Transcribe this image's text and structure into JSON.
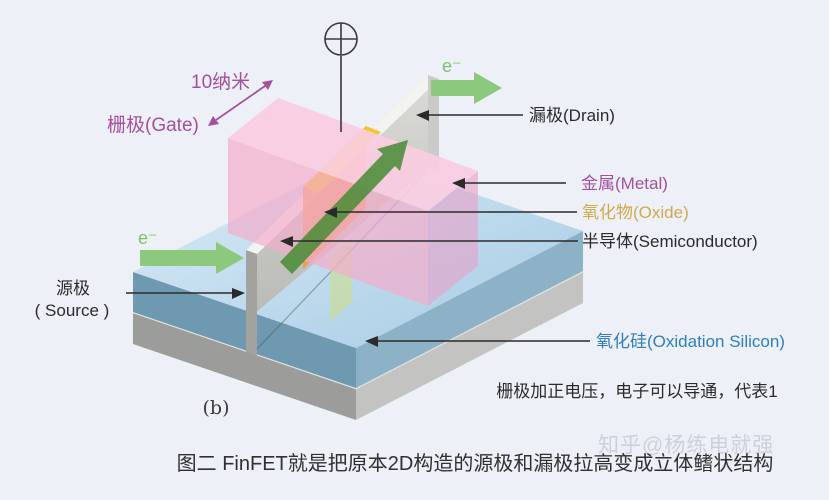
{
  "figure": {
    "panel_label": "(b)",
    "caption": "图二 FinFET就是把原本2D构造的源极和漏极拉高变成立体鳍状结构",
    "note": "栅极加正电压，电子可以导通，代表1",
    "watermark": "知乎@杨练电就强"
  },
  "labels": {
    "dimension": "10纳米",
    "gate": "栅极(Gate)",
    "drain": "漏极(Drain)",
    "metal": "金属(Metal)",
    "oxide": "氧化物(Oxide)",
    "semiconductor": "半导体(Semiconductor)",
    "source_line1": "源极",
    "source_line2": "( Source )",
    "oxidation_silicon": "氧化硅(Oxidation Silicon)",
    "electron_left": "e⁻",
    "electron_right": "e⁻"
  },
  "colors": {
    "label_purple": "#a4509e",
    "label_gold": "#d2a94f",
    "label_blue": "#2e7fc0",
    "text_black": "#2b2b2b",
    "caption_black": "#303030",
    "electron_green": "#7cc36e",
    "arrow_green": "#8cc97e",
    "flow_green": "#4c8c38",
    "gate_pink": "#f3accb",
    "gate_pink_top": "#facde1",
    "gate_pink_side": "#e6a2c8",
    "oxide_orange": "#f49440",
    "oxide_yellow": "#f2c62e",
    "fin_gray_cap_left": "#a2a29e",
    "fin_gray_cap_right": "#cacac8",
    "fin_top_white": "#f3f3f1",
    "slab_blue_left": "#6e99b1",
    "slab_blue_right": "#8db1c6",
    "substrate_gray_left": "#9c9c9a",
    "substrate_gray_right": "#c3c3c1",
    "watermark_gray": "#b6bcc9"
  }
}
